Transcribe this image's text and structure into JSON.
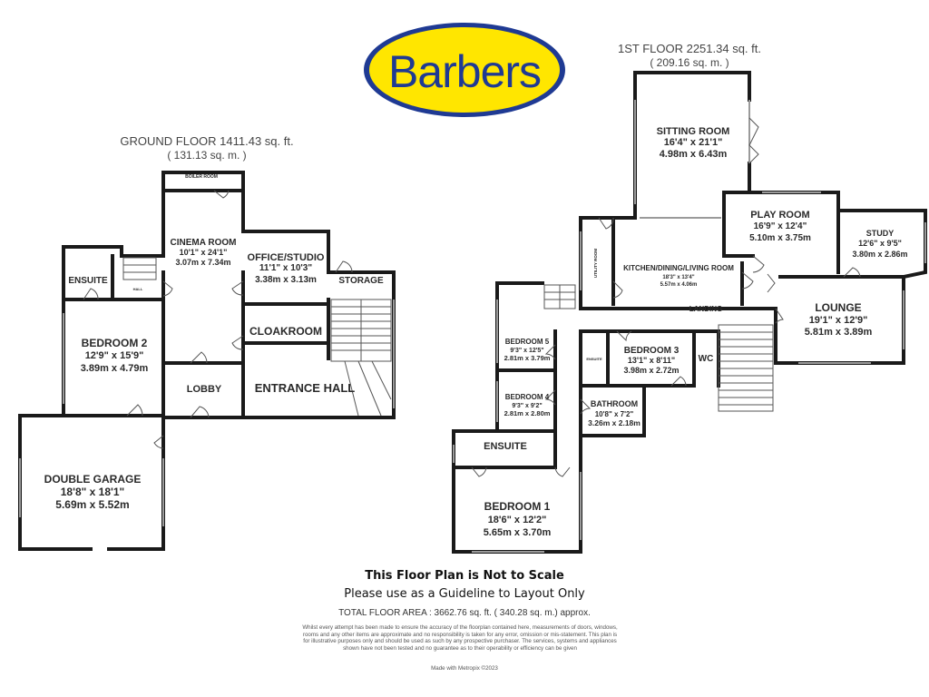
{
  "brand": {
    "name": "Barbers",
    "text_color": "#1f3a93",
    "fill_color": "#ffe600"
  },
  "ground_floor": {
    "title": "GROUND FLOOR 1411.43 sq. ft.",
    "subtitle": "( 131.13 sq. m. )",
    "rooms": {
      "boiler": {
        "name": "BOILER ROOM"
      },
      "cinema": {
        "name": "CINEMA ROOM",
        "imperial": "10'1\" x 24'1\"",
        "metric": "3.07m x 7.34m"
      },
      "office": {
        "name": "OFFICE/STUDIO",
        "imperial": "11'1\" x 10'3\"",
        "metric": "3.38m x 3.13m"
      },
      "storage": {
        "name": "STORAGE"
      },
      "ensuite": {
        "name": "ENSUITE"
      },
      "hall_small": {
        "name": "HALL"
      },
      "bedroom2": {
        "name": "BEDROOM 2",
        "imperial": "12'9\" x 15'9\"",
        "metric": "3.89m x 4.79m"
      },
      "cloakroom": {
        "name": "CLOAKROOM"
      },
      "lobby": {
        "name": "LOBBY"
      },
      "entrance": {
        "name": "ENTRANCE HALL"
      },
      "garage": {
        "name": "DOUBLE GARAGE",
        "imperial": "18'8\" x 18'1\"",
        "metric": "5.69m x 5.52m"
      }
    }
  },
  "first_floor": {
    "title": "1ST FLOOR 2251.34 sq. ft.",
    "subtitle": "( 209.16 sq. m. )",
    "rooms": {
      "sitting": {
        "name": "SITTING ROOM",
        "imperial": "16'4\" x 21'1\"",
        "metric": "4.98m x 6.43m"
      },
      "play": {
        "name": "PLAY ROOM",
        "imperial": "16'9\" x 12'4\"",
        "metric": "5.10m x 3.75m"
      },
      "study": {
        "name": "STUDY",
        "imperial": "12'6\" x 9'5\"",
        "metric": "3.80m x 2.86m"
      },
      "utility": {
        "name": "UTILITY ROOM"
      },
      "kitchen": {
        "name": "KITCHEN/DINING/LIVING ROOM",
        "imperial": "18'3\" x 13'4\"",
        "metric": "5.57m x 4.06m"
      },
      "lounge": {
        "name": "LOUNGE",
        "imperial": "19'1\" x 12'9\"",
        "metric": "5.81m x 3.89m"
      },
      "landing": {
        "name": "LANDING"
      },
      "bedroom5": {
        "name": "BEDROOM 5",
        "imperial": "9'3\" x 12'5\"",
        "metric": "2.81m x 3.79m"
      },
      "bedroom3": {
        "name": "BEDROOM 3",
        "imperial": "13'1\" x 8'11\"",
        "metric": "3.98m x 2.72m"
      },
      "ensuite_small": {
        "name": "ENSUITE"
      },
      "wc": {
        "name": "WC"
      },
      "bedroom4": {
        "name": "BEDROOM 4",
        "imperial": "9'3\" x 9'2\"",
        "metric": "2.81m x 2.80m"
      },
      "bathroom": {
        "name": "BATHROOM",
        "imperial": "10'8\" x 7'2\"",
        "metric": "3.26m x 2.18m"
      },
      "ensuite1": {
        "name": "ENSUITE"
      },
      "bedroom1": {
        "name": "BEDROOM 1",
        "imperial": "18'6\" x 12'2\"",
        "metric": "5.65m x 3.70m"
      }
    }
  },
  "footer": {
    "not_to_scale": "This Floor Plan is Not to Scale",
    "guideline": "Please use as a Guideline to Layout Only",
    "total": "TOTAL FLOOR AREA : 3662.76 sq. ft. ( 340.28 sq. m.) approx.",
    "disclaimer": "Whilst every attempt has been made to ensure the accuracy of the floorplan contained here, measurements of doors, windows, rooms and any other items are approximate and no responsibility is taken for any error, omission or mis-statement. This plan is for illustrative purposes only and should be used as such by any prospective purchaser. The services, systems and appliances shown have not been tested and no guarantee as to their operability or efficiency can be given",
    "made_with": "Made with Metropix ©2023"
  },
  "colors": {
    "wall": "#1a1a1a",
    "window": "#9a9a9a",
    "text": "#2a2a2a"
  }
}
